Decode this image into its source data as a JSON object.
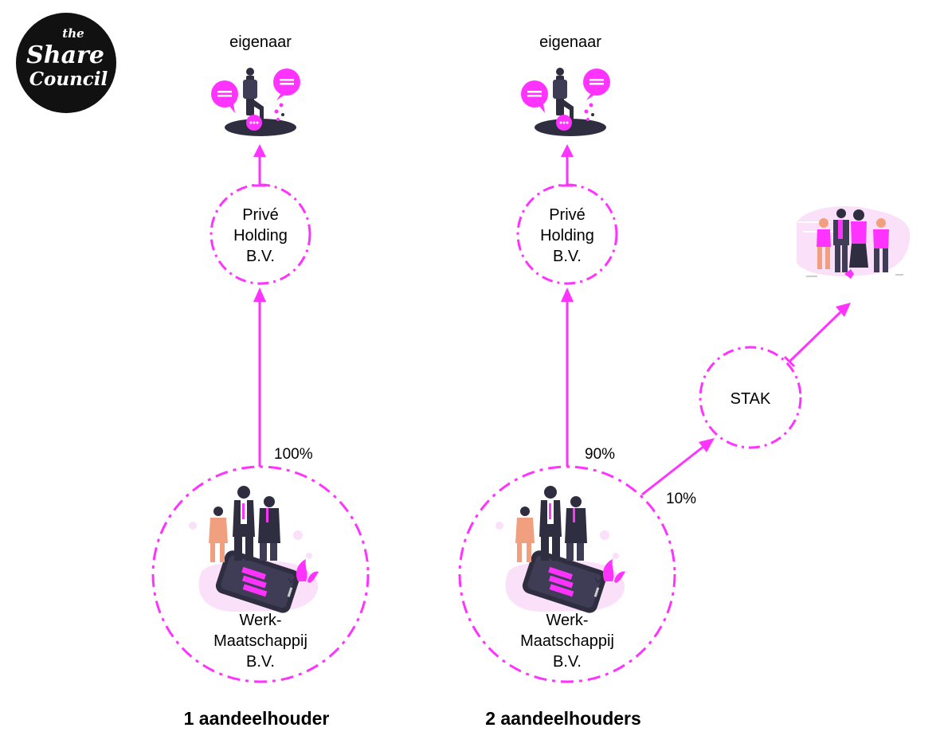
{
  "logo": {
    "line1": "the",
    "line2": "Share",
    "line3": "Council"
  },
  "colors": {
    "accent": "#ff33ff",
    "dark": "#2f2e41",
    "pale": "#fbe0fa",
    "skin": "#f0a07f"
  },
  "left": {
    "owner_label": "eigenaar",
    "holding": [
      "Privé",
      "Holding",
      "B.V."
    ],
    "percentage": "100%",
    "company": [
      "Werk-",
      "Maatschappij",
      "B.V."
    ],
    "caption": "1 aandeelhouder"
  },
  "right": {
    "owner_label": "eigenaar",
    "holding": [
      "Privé",
      "Holding",
      "B.V."
    ],
    "percentage_holding": "90%",
    "percentage_stak": "10%",
    "stak_label": "STAK",
    "company": [
      "Werk-",
      "Maatschappij",
      "B.V."
    ],
    "caption": "2 aandeelhouders"
  }
}
